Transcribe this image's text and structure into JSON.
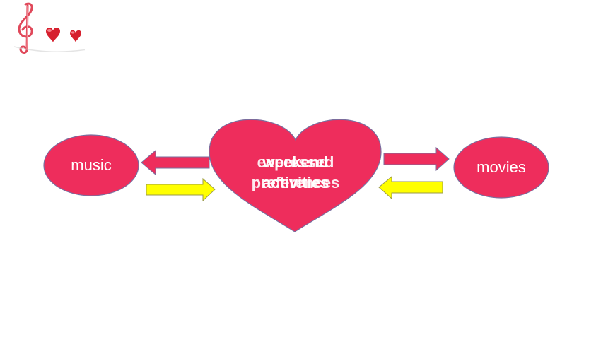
{
  "colors": {
    "node_fill": "#EE2D5C",
    "node_stroke": "#7A6E9E",
    "arrow_pink": "#EE2D5C",
    "arrow_yellow": "#FFFF00"
  },
  "decoration": {
    "icons": [
      "treble-clef-icon",
      "heart-icon",
      "heart-icon"
    ]
  },
  "nodes": {
    "left": {
      "label": "music"
    },
    "right": {
      "label": "movies"
    },
    "center": {
      "line1a": "weekend",
      "line2a": "activities",
      "line1b": "expressed",
      "line2b": "preferences"
    }
  }
}
